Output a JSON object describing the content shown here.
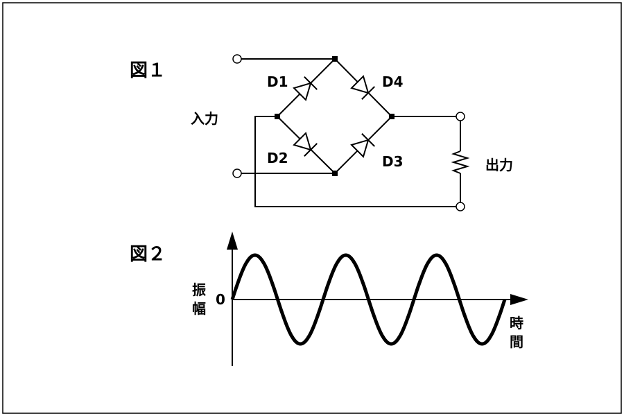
{
  "figure1": {
    "title": "図１",
    "input_label": "入力",
    "output_label": "出力",
    "diodes": [
      "D1",
      "D2",
      "D3",
      "D4"
    ]
  },
  "figure2": {
    "title": "図２",
    "y_label_line1": "振",
    "y_label_line2": "幅",
    "x_label_line1": "時",
    "x_label_line2": "間",
    "zero_label": "0",
    "cycles": 3
  },
  "colors": {
    "line": "#000000",
    "background": "#ffffff"
  }
}
